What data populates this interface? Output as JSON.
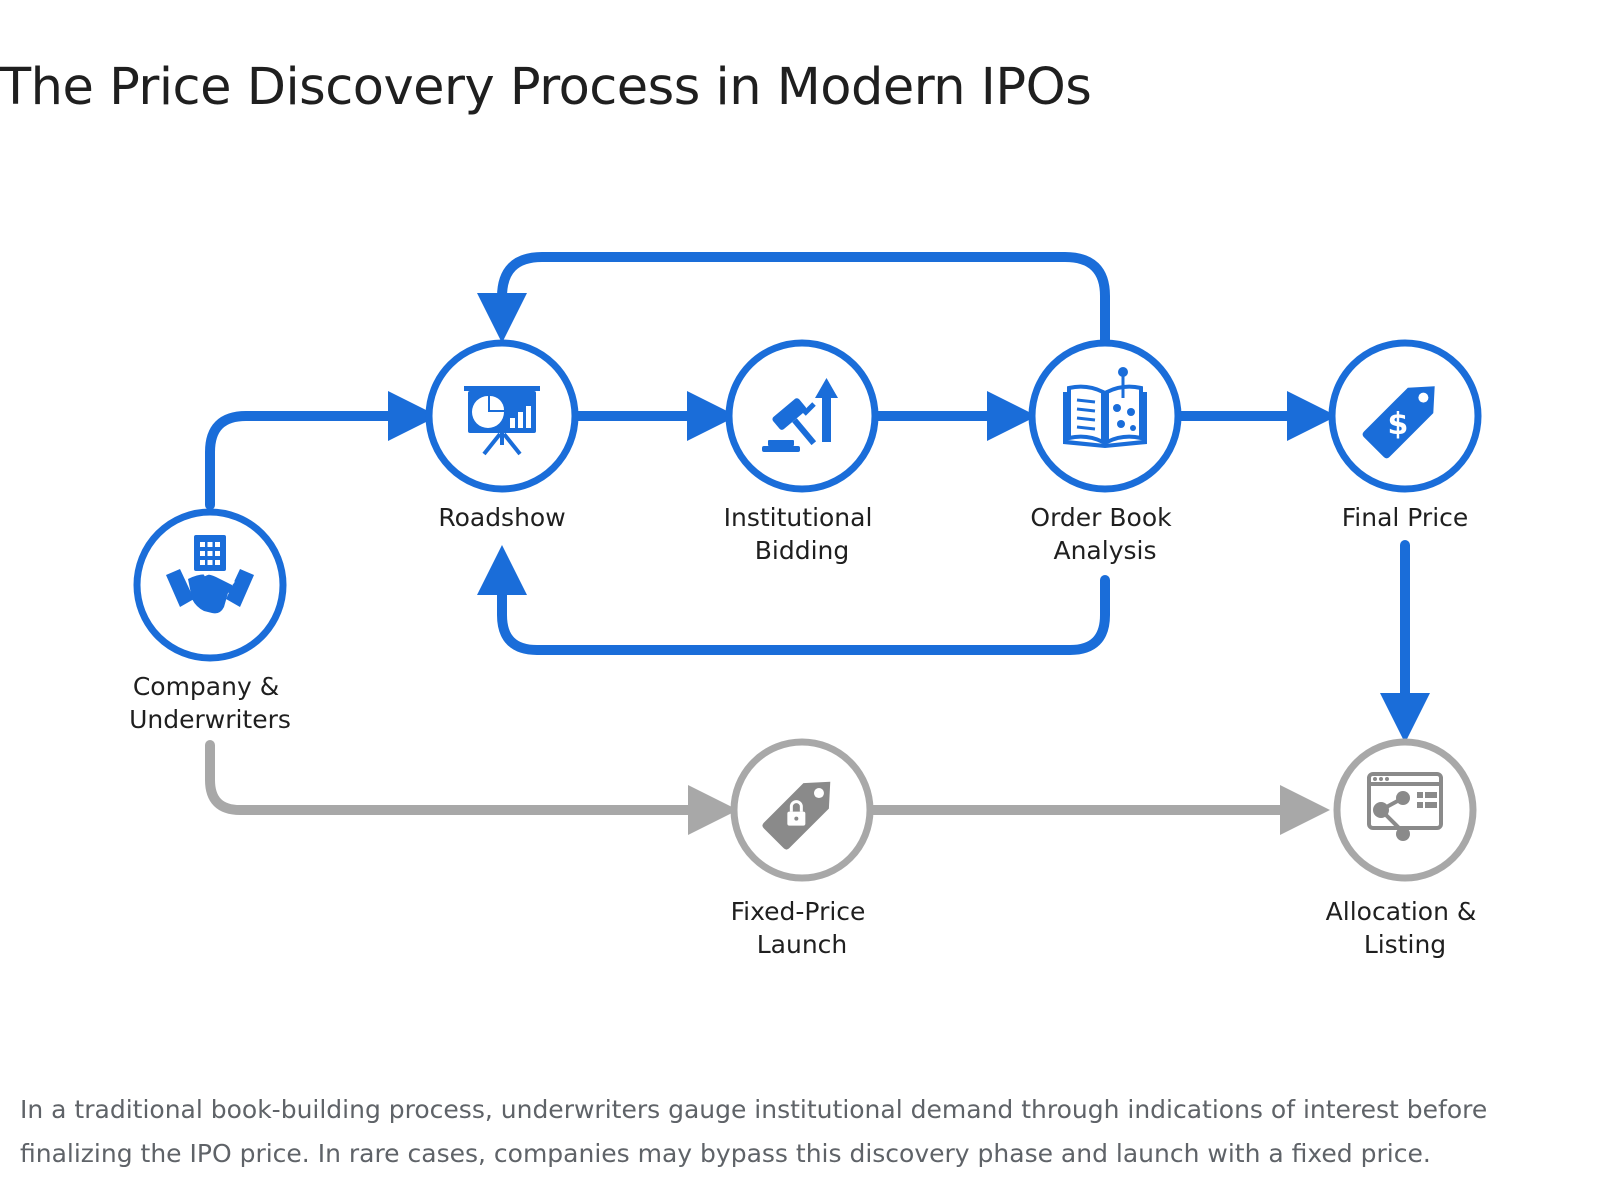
{
  "title": "The Price Discovery Process in Modern IPOs",
  "colors": {
    "primary": "#1a6dd9",
    "secondary": "#a8a8a8",
    "text": "#1f1f1f",
    "caption": "#5f6368"
  },
  "nodes": {
    "company": {
      "label_lines": [
        "Company &",
        "Underwriters"
      ],
      "icon": "handshake-building-icon"
    },
    "roadshow": {
      "label_lines": [
        "Roadshow"
      ],
      "icon": "presentation-board-icon"
    },
    "bidding": {
      "label_lines": [
        "Institutional",
        "Bidding"
      ],
      "icon": "gavel-arrow-icon"
    },
    "orderbook": {
      "label_lines": [
        "Order Book",
        "Analysis"
      ],
      "icon": "open-book-icon"
    },
    "final_price": {
      "label_lines": [
        "Final Price"
      ],
      "icon": "dollar-tag-icon"
    },
    "fixed_price": {
      "label_lines": [
        "Fixed-Price",
        "Launch"
      ],
      "icon": "lock-tag-icon"
    },
    "allocation": {
      "label_lines": [
        "Allocation &",
        "Listing"
      ],
      "icon": "browser-share-icon"
    }
  },
  "caption": "In a traditional book-building process, underwriters gauge institutional demand through indications of interest before finalizing the IPO price. In rare cases, companies may bypass this discovery phase and launch with a fixed price."
}
